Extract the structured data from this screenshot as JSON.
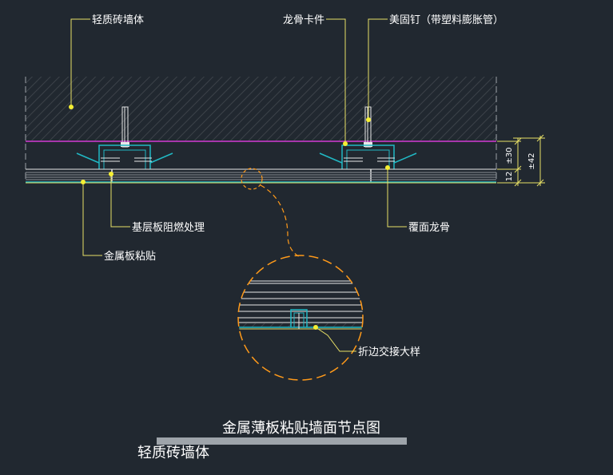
{
  "drawing": {
    "labels": {
      "wall": "轻质砖墙体",
      "keel_clip": "龙骨卡件",
      "nail": "美固钉（带塑料膨胀管）",
      "base_board": "基层板阻燃处理",
      "metal_board": "金属板粘贴",
      "cover_keel": "覆面龙骨",
      "edge_detail": "折边交接大样"
    },
    "dimensions": {
      "d30": "±30",
      "d12": "12",
      "d42": "±42"
    },
    "title": "金属薄板粘贴墙面节点图",
    "subtitle": "轻质砖墙体"
  }
}
